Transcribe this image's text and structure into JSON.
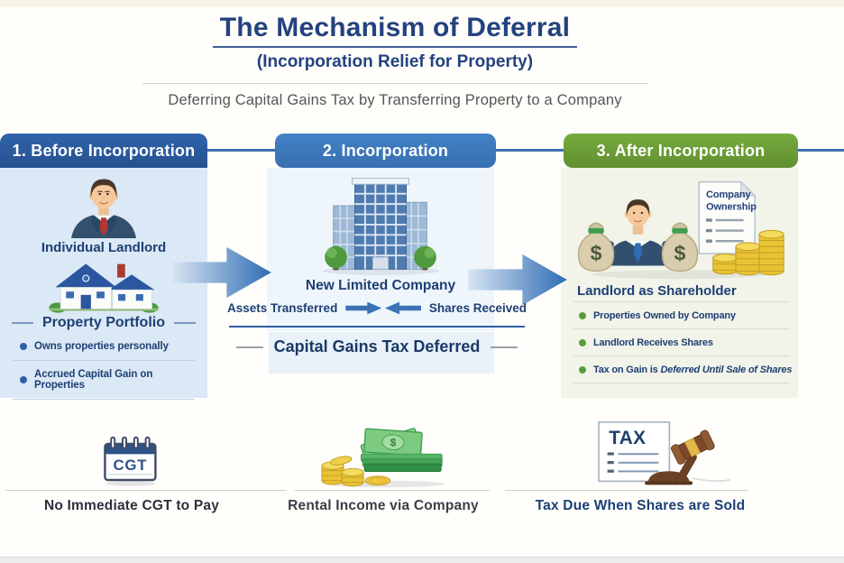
{
  "header": {
    "title": "The Mechanism of Deferral",
    "subtitle": "(Incorporation Relief for Property)",
    "tagline": "Deferring Capital Gains Tax by Transferring Property to a Company"
  },
  "stages": {
    "before": {
      "header": "1. Before Incorporation",
      "person_caption": "Individual Landlord",
      "portfolio_caption": "Property Portfolio",
      "bullets": [
        "Owns properties personally",
        "Accrued Capital Gain on Properties"
      ]
    },
    "incorporation": {
      "header": "2. Incorporation",
      "company_caption": "New Limited Company",
      "assets_label": "Assets Transferred",
      "shares_label": "Shares Received",
      "deferred_caption": "Capital Gains Tax Deferred"
    },
    "after": {
      "header": "3. After Incorporation",
      "shareholder_caption": "Landlord as Shareholder",
      "certificate_line1": "Company",
      "certificate_line2": "Ownership",
      "money_bag_symbol": "$",
      "bullets": [
        "Properties Owned by Company",
        "Landlord Receives Shares"
      ],
      "bullet3_normal": "Tax on Gain is ",
      "bullet3_italic": "Deferred Until Sale of Shares"
    }
  },
  "footer": {
    "items": [
      {
        "icon": "cgt-calendar-icon",
        "icon_text": "CGT",
        "caption": "No Immediate CGT to Pay"
      },
      {
        "icon": "rental-income-icon",
        "note_symbol": "$",
        "caption": "Rental Income via Company"
      },
      {
        "icon": "tax-gavel-icon",
        "icon_text": "TAX",
        "caption": "Tax Due When Shares are Sold"
      }
    ]
  },
  "colors": {
    "title_navy": "#24427e",
    "stage1_header_bg": "#2b5fa6",
    "stage2_header_bg": "#3d7cc0",
    "stage3_header_bg": "#6fa43a",
    "stage1_panel_bg": "#dbe8f5",
    "stage2_panel_bg": "#eef5fb",
    "stage3_panel_bg": "#f2f4ea",
    "arrow_blue": "#2f6cb3",
    "bullet_blue": "#2f5fa8",
    "bullet_green": "#5a9e3a"
  }
}
